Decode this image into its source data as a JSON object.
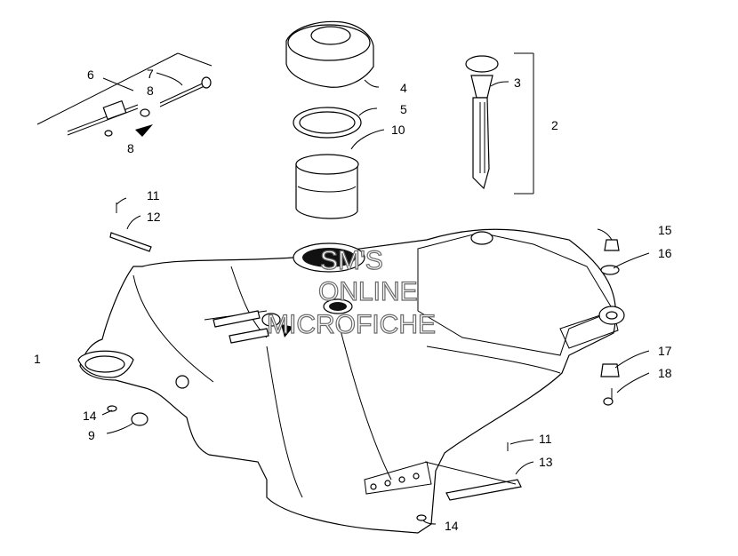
{
  "diagram": {
    "callouts": {
      "c1": "1",
      "c2": "2",
      "c3": "3",
      "c4": "4",
      "c5": "5",
      "c6": "6",
      "c7": "7",
      "c8a": "8",
      "c8b": "8",
      "c9": "9",
      "c10": "10",
      "c11a": "11",
      "c11b": "11",
      "c12": "12",
      "c13": "13",
      "c14a": "14",
      "c14b": "14",
      "c15": "15",
      "c16": "16",
      "c17": "17",
      "c18": "18"
    },
    "watermark": {
      "line1": "SM'S",
      "line2": "ONLINE",
      "line3": "MICROFICHE"
    }
  }
}
